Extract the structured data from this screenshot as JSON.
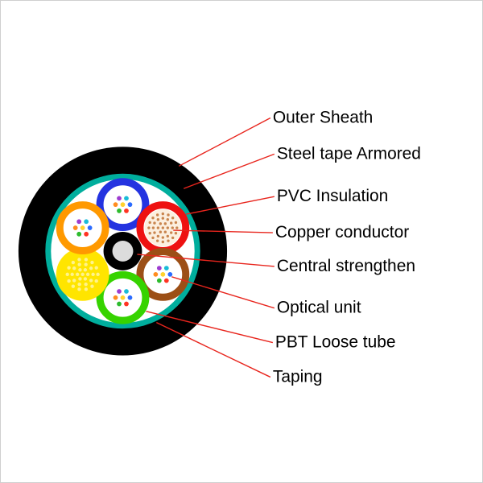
{
  "figure": {
    "labels": [
      {
        "text": "Outer Sheath"
      },
      {
        "text": "Steel tape Armored"
      },
      {
        "text": "PVC Insulation"
      },
      {
        "text": "Copper conductor"
      },
      {
        "text": "Central strengthen"
      },
      {
        "text": "Optical unit"
      },
      {
        "text": "PBT Loose tube"
      },
      {
        "text": "Taping"
      }
    ],
    "colors": {
      "background": "#ffffff",
      "border": "#cfcfcf",
      "label_text": "#000000",
      "leader_line": "#e8251d",
      "outer_sheath": "#000000",
      "taping_ring": "#00ae9d",
      "inner_background": "#ffffff",
      "central_strength_outer": "#000000",
      "central_strength_core": "#dcdcdc",
      "copper_fill": "#fcefdf",
      "copper_dots": "#c9854e",
      "mesh_dots": "#ffffff"
    },
    "fiber_palette": [
      "#ffd22e",
      "#2a6bff",
      "#ff3322",
      "#2dbb2d",
      "#ff8c1f",
      "#9d3bd0",
      "#19bcd8"
    ],
    "tubes": [
      {
        "name": "pbt-loose-tube-blue",
        "position": "top",
        "ring_color": "#2433e0",
        "type": "fibers"
      },
      {
        "name": "copper-conductor-unit",
        "position": "top-right",
        "ring_color": "#ee1111",
        "type": "copper"
      },
      {
        "name": "optical-unit-tube",
        "position": "bottom-right",
        "ring_color": "#9c4f16",
        "type": "fibers"
      },
      {
        "name": "pbt-loose-tube-green",
        "position": "bottom",
        "ring_color": "#36d300",
        "type": "fibers"
      },
      {
        "name": "filler-yellow",
        "position": "bottom-left",
        "ring_color": "#ffe500",
        "type": "mesh"
      },
      {
        "name": "pbt-loose-tube-orange",
        "position": "top-left",
        "ring_color": "#ff9900",
        "type": "fibers"
      }
    ]
  }
}
